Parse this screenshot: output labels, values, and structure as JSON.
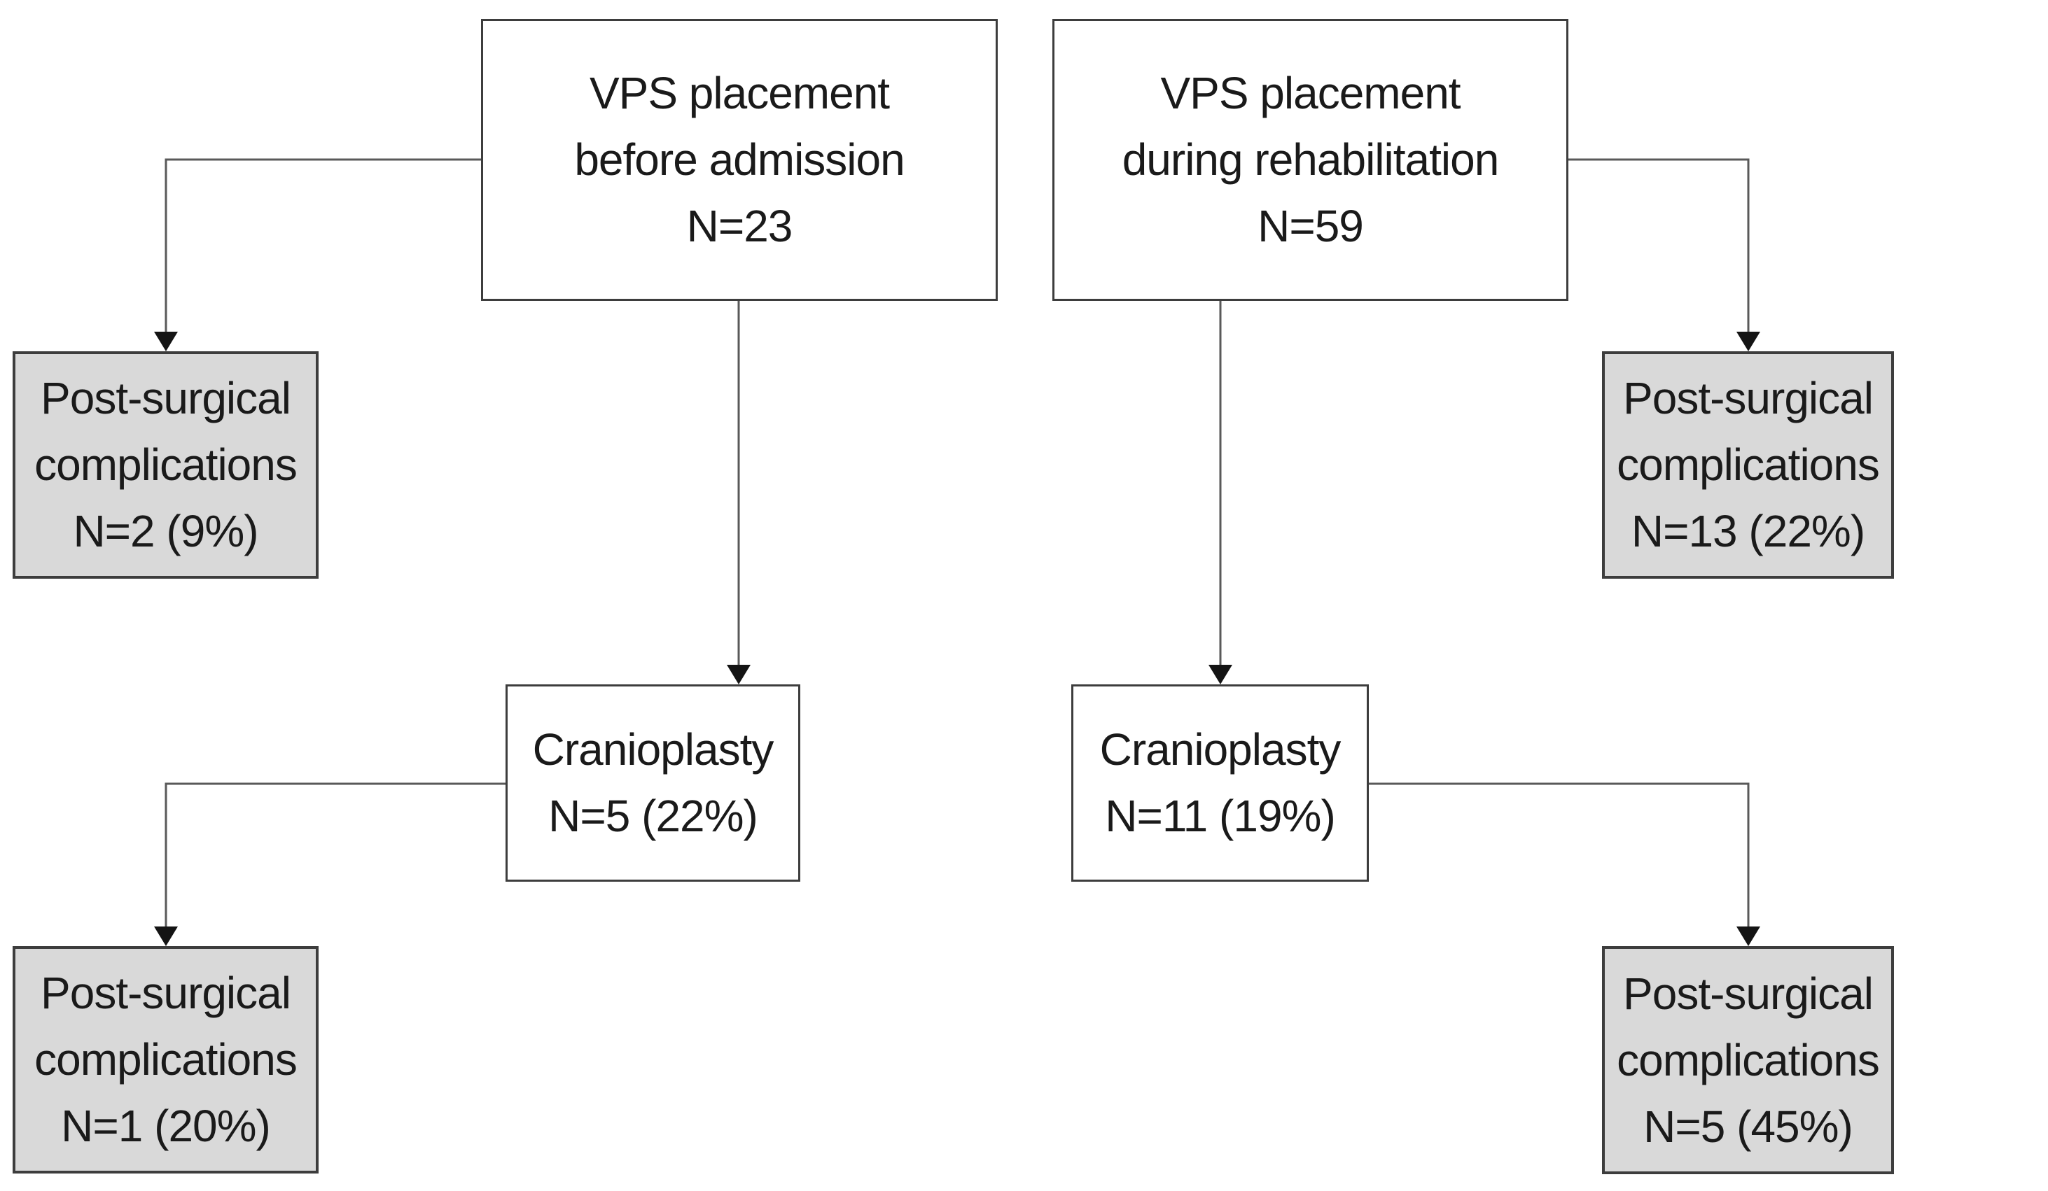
{
  "figure": {
    "type": "flowchart",
    "background": "#ffffff",
    "colors": {
      "box_border": "#3d3d3d",
      "white_box_fill": "#ffffff",
      "gray_box_fill": "#d9d9d9",
      "connector": "#595959",
      "arrowhead": "#141414",
      "text": "#1a1a1a"
    },
    "nodes": [
      {
        "id": "vps_before_admission",
        "style": "white",
        "text": "VPS placement\nbefore admission\nN=23"
      },
      {
        "id": "vps_during_rehabilitation",
        "style": "white",
        "text": "VPS placement\nduring rehabilitation\nN=59"
      },
      {
        "id": "complications_vps_before",
        "style": "gray",
        "text": "Post-surgical\ncomplications\nN=2 (9%)"
      },
      {
        "id": "complications_vps_rehab",
        "style": "gray",
        "text": "Post-surgical\ncomplications\nN=13 (22%)"
      },
      {
        "id": "cranioplasty_before",
        "style": "white",
        "text": "Cranioplasty\nN=5 (22%)"
      },
      {
        "id": "cranioplasty_rehab",
        "style": "white",
        "text": "Cranioplasty\nN=11 (19%)"
      },
      {
        "id": "complications_cranioplasty_before",
        "style": "gray",
        "text": "Post-surgical\ncomplications\nN=1 (20%)"
      },
      {
        "id": "complications_cranioplasty_rehab",
        "style": "gray",
        "text": "Post-surgical\ncomplications\nN=5 (45%)"
      }
    ],
    "edges": [
      {
        "from": "vps_before_admission",
        "to": "complications_vps_before"
      },
      {
        "from": "vps_before_admission",
        "to": "cranioplasty_before"
      },
      {
        "from": "vps_during_rehabilitation",
        "to": "complications_vps_rehab"
      },
      {
        "from": "vps_during_rehabilitation",
        "to": "cranioplasty_rehab"
      },
      {
        "from": "cranioplasty_before",
        "to": "complications_cranioplasty_before"
      },
      {
        "from": "cranioplasty_rehab",
        "to": "complications_cranioplasty_rehab"
      }
    ]
  }
}
